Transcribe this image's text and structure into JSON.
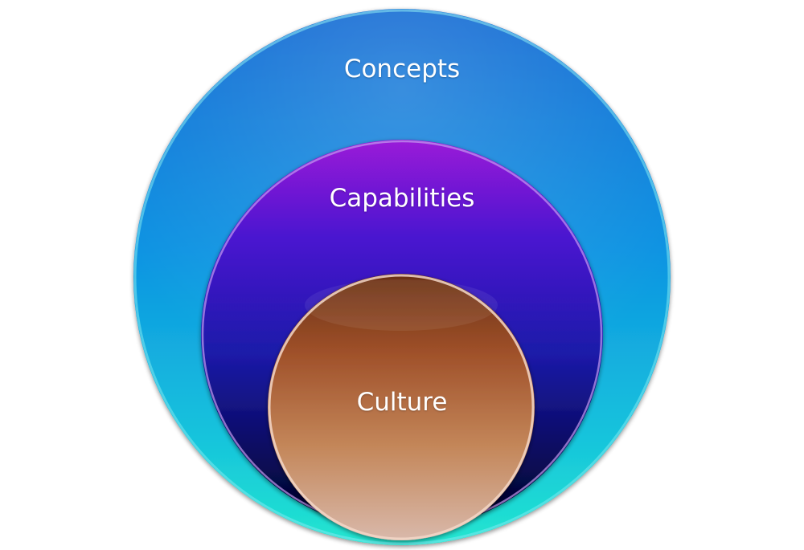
{
  "diagram": {
    "layers": [
      {
        "label": "Concepts",
        "colors": {
          "top": "#0a6fd6",
          "bottom": "#1ee0cf"
        }
      },
      {
        "label": "Capabilities",
        "colors": {
          "top": "#8a12d8",
          "bottom": "#050520"
        }
      },
      {
        "label": "Culture",
        "colors": {
          "top": "#6e3215",
          "bottom": "#d4b0a0"
        }
      }
    ]
  }
}
